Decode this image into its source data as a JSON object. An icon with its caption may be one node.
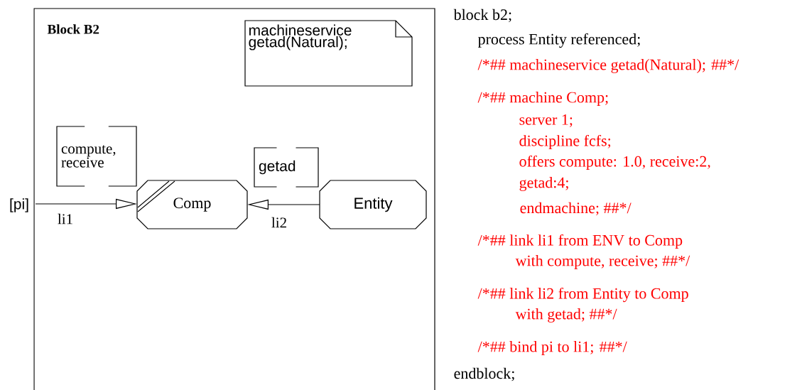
{
  "diagram": {
    "nodes": [
      {
        "text": [
          "Block B2"
        ]
      },
      {
        "text": [
          "machineservice getad(Natural);"
        ],
        "in": 0
      },
      {
        "text": [
          "compute, receive"
        ],
        "in": 0
      },
      {
        "text": [
          "getad"
        ],
        "in": 0
      },
      {
        "text": [
          "Comp"
        ],
        "in": 0
      },
      {
        "text": [
          "Entity"
        ],
        "in": 0
      },
      {
        "text": [
          "[pi]"
        ]
      }
    ],
    "edges": [
      {
        "from": 6,
        "to": 4,
        "arrow": "to",
        "label": "li1"
      },
      {
        "from": 5,
        "to": 4,
        "arrow": "to",
        "label": "li2"
      }
    ],
    "labels": [
      "block b2;",
      "process Entity referenced;",
      "/*## machineservice getad(Natural);",
      "##*/",
      "/*## machine Comp;",
      "server 1;",
      "discipline fcfs;",
      "offers compute: 1.0, receive:2,",
      "getad:4;",
      "endmachine; ##*/",
      "/*## link li1 from ENV to Comp",
      "with compute, receive; ##*/",
      "/*## link li2 from Entity to Comp",
      "with getad; ##*/",
      "/*## bind pi to li1;",
      "##*/",
      "endblock;"
    ]
  }
}
